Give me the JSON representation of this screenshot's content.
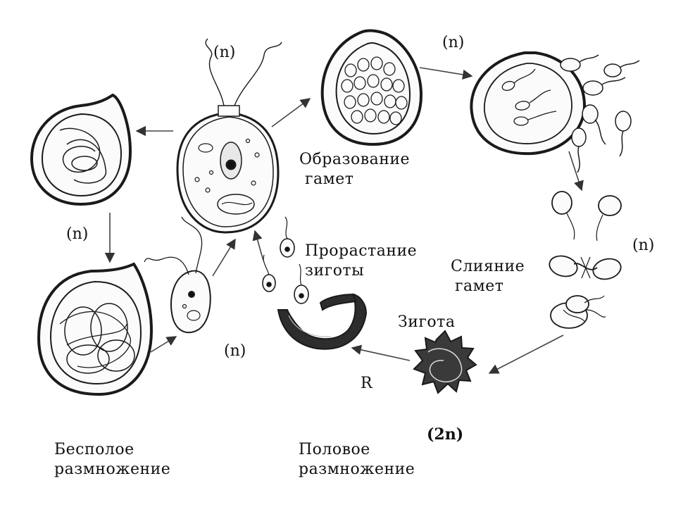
{
  "labels": {
    "ploidy": [
      "(n)",
      "(n)",
      "(n)",
      "(n)",
      "(n)",
      "(2n)"
    ],
    "gametogenesis": [
      "Образование",
      "гамет"
    ],
    "germination": [
      "Прорастание",
      "зиготы"
    ],
    "fusion": [
      "Слияние",
      "гамет"
    ],
    "zygote": "Зигота",
    "reduction": "R",
    "asexual": [
      "Бесполое",
      "размножение"
    ],
    "sexual": [
      "Половое",
      "размножение"
    ]
  },
  "colors": {
    "ink": "#111111",
    "stroke": "#1a1a1a",
    "fill_light": "#f4f4f4",
    "fill_dark": "#2a2a2a",
    "arrow": "#444444"
  }
}
